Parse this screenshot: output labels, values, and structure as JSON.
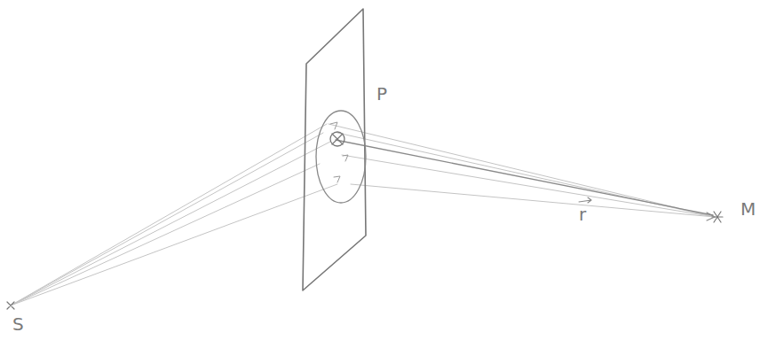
{
  "diagram": {
    "labels": [
      "S",
      "P",
      "M",
      "r"
    ]
  }
}
